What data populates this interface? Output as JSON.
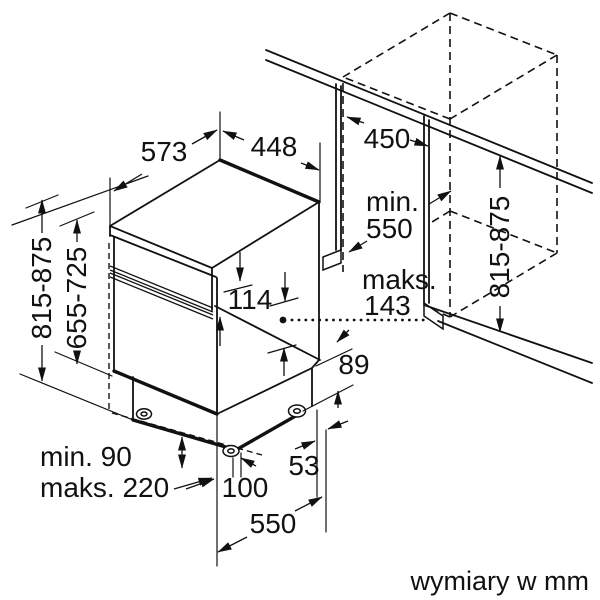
{
  "labels": {
    "top_depth": "573",
    "top_width": "448",
    "niche_width": "450",
    "niche_depth_line1": "min.",
    "niche_depth_line2": "550",
    "offset_max_line1": "maks.",
    "offset_max_line2": "143",
    "panel_height": "114",
    "rear_clearance_height": "89",
    "total_height": "815-875",
    "door_height": "655-725",
    "niche_height": "815-875",
    "plinth_min": "min. 90",
    "plinth_max": "maks. 220",
    "base_setback": "100",
    "rear_setback": "53",
    "bottom_depth": "550",
    "caption": "wymiary w mm"
  },
  "colors": {
    "line": "#111111",
    "background": "#ffffff"
  }
}
